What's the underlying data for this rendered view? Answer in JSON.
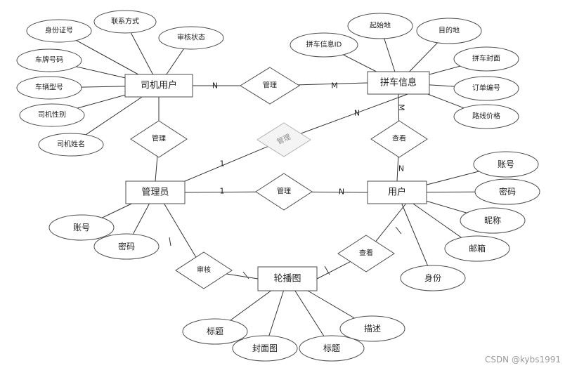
{
  "entities": [
    {
      "id": "driver",
      "label": "司机用户"
    },
    {
      "id": "carpool",
      "label": "拼车信息"
    },
    {
      "id": "admin",
      "label": "管理员"
    },
    {
      "id": "user",
      "label": "用户"
    },
    {
      "id": "banner",
      "label": "轮播图"
    }
  ],
  "relationships": [
    {
      "id": "r_driver_carpool",
      "label": "管理",
      "faded": false
    },
    {
      "id": "r_admin_driver",
      "label": "管理",
      "faded": false
    },
    {
      "id": "r_admin_carpool",
      "label": "管理",
      "faded": true
    },
    {
      "id": "r_admin_user",
      "label": "管理",
      "faded": false
    },
    {
      "id": "r_user_carpool",
      "label": "查看",
      "faded": false
    },
    {
      "id": "r_admin_banner",
      "label": "审核",
      "faded": false
    },
    {
      "id": "r_user_banner",
      "label": "查看",
      "faded": false
    }
  ],
  "attributes": [
    {
      "id": "a_id_card",
      "label": "身份证号"
    },
    {
      "id": "a_contact",
      "label": "联系方式"
    },
    {
      "id": "a_review",
      "label": "审核状态"
    },
    {
      "id": "a_plate",
      "label": "车牌号码"
    },
    {
      "id": "a_model",
      "label": "车辆型号"
    },
    {
      "id": "a_gender",
      "label": "司机性别"
    },
    {
      "id": "a_dname",
      "label": "司机姓名"
    },
    {
      "id": "a_carpool_id",
      "label": "拼车信息ID"
    },
    {
      "id": "a_start",
      "label": "起始地"
    },
    {
      "id": "a_dest",
      "label": "目的地"
    },
    {
      "id": "a_cover",
      "label": "拼车封面"
    },
    {
      "id": "a_order",
      "label": "订单编号"
    },
    {
      "id": "a_price",
      "label": "路线价格"
    },
    {
      "id": "a_u_account",
      "label": "账号"
    },
    {
      "id": "a_u_pwd",
      "label": "密码"
    },
    {
      "id": "a_u_nick",
      "label": "昵称"
    },
    {
      "id": "a_u_email",
      "label": "邮箱"
    },
    {
      "id": "a_u_identity",
      "label": "身份"
    },
    {
      "id": "a_ad_account",
      "label": "账号"
    },
    {
      "id": "a_ad_pwd",
      "label": "密码"
    },
    {
      "id": "a_b_title1",
      "label": "标题"
    },
    {
      "id": "a_b_cover",
      "label": "封面图"
    },
    {
      "id": "a_b_title2",
      "label": "标题"
    },
    {
      "id": "a_b_desc",
      "label": "描述"
    }
  ],
  "cardinalities": [
    {
      "id": "c1",
      "label": "N"
    },
    {
      "id": "c2",
      "label": "M"
    },
    {
      "id": "c3",
      "label": "N"
    },
    {
      "id": "c4",
      "label": "1"
    },
    {
      "id": "c5",
      "label": "M"
    },
    {
      "id": "c6",
      "label": "N"
    },
    {
      "id": "c7",
      "label": "1"
    },
    {
      "id": "c8",
      "label": "N"
    }
  ],
  "watermark": "CSDN @kybs1991"
}
